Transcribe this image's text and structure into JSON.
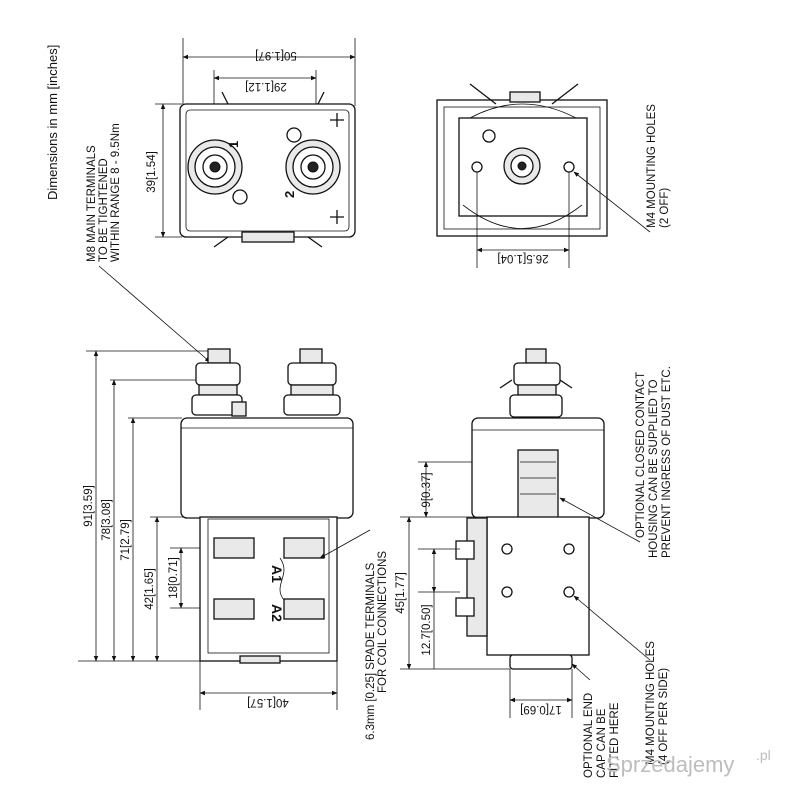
{
  "title_vertical": "Dimensions in mm [inches]",
  "notes": {
    "main_terminals": [
      "M8 MAIN TERMINALS",
      "TO BE TIGHTENED",
      "WITHIN RANGE 8 - 9.5Nm"
    ],
    "m4_holes_top": [
      "M4 MOUNTING HOLES",
      "(2 OFF)"
    ],
    "spade_terminals": [
      "6.3mm [0.25] SPADE  TERMINALS",
      "FOR COIL CONNECTIONS"
    ],
    "closed_housing": [
      "OPTIONAL CLOSED CONTACT",
      "HOUSING CAN BE SUPPLIED TO",
      "PREVENT INGRESS OF DUST ETC."
    ],
    "m4_holes_side": [
      "M4 MOUNTING HOLES",
      "(4 OFF PER SIDE)"
    ],
    "end_cap": [
      "OPTIONAL END",
      "CAP CAN BE",
      "FITTED HERE"
    ]
  },
  "dimensions": {
    "top_width": "50[1.97]",
    "terminal_pitch": "29[1.12]",
    "top_height": "39[1.54]",
    "hole_pitch_top": "26.5[1.04]",
    "h91": "91[3.59]",
    "h78": "78[3.08]",
    "h71": "71[2.79]",
    "h42": "42[1.65]",
    "h18": "18[0.71]",
    "w40": "40[1.57]",
    "v9": "9[0.37]",
    "v45": "45[1.77]",
    "v12_7": "12.7[0.50]",
    "w17": "17[0.69]"
  },
  "labels": {
    "terminal_1": "1",
    "terminal_2": "2",
    "coil_a1": "A1",
    "coil_a2": "A2"
  },
  "watermark": "Sprzedajemy",
  "watermark_tld": ".pl"
}
